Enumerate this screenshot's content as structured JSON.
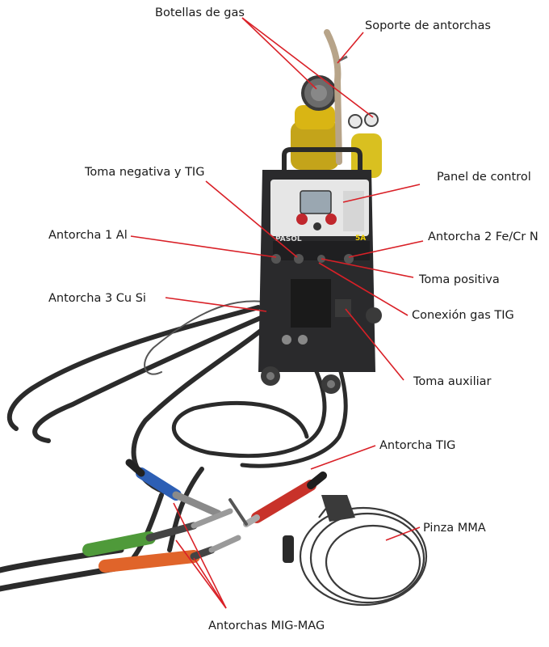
{
  "labels": {
    "gas_bottles": "Botellas de gas",
    "torch_holder": "Soporte de antorchas",
    "negative_tig": "Toma negativa y TIG",
    "control_panel": "Panel de control",
    "torch1": "Antorcha 1 Al",
    "torch2": "Antorcha 2 Fe/Cr N",
    "positive": "Toma positiva",
    "torch3": "Antorcha 3 Cu Si",
    "tig_gas": "Conexión gas TIG",
    "aux": "Toma auxiliar",
    "tig_torch": "Antorcha TIG",
    "mma_clamp": "Pinza MMA",
    "mig_mag": "Antorchas MIG-MAG"
  },
  "machine": {
    "brand": "PASOL",
    "panel_text": "5A"
  },
  "colors": {
    "leader": "#d92027",
    "machine_body": "#2a2a2c",
    "gas_bottle": "#d9b514",
    "tig_torch_handle": "#c8322a",
    "mig_blue": "#2d5fb5",
    "mig_green": "#4f9a3a",
    "mig_orange": "#e0642a"
  }
}
